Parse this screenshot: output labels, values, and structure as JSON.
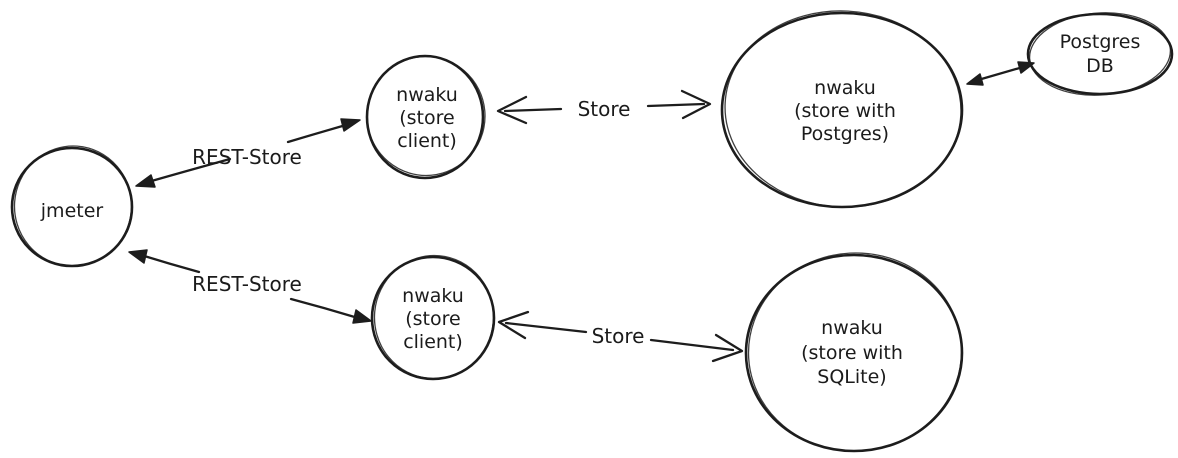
{
  "canvas": {
    "background": "#ffffff",
    "ink_color": "#1d1d1d",
    "style": "hand-drawn-sketch"
  },
  "nodes": {
    "jmeter": {
      "lines": [
        "jmeter"
      ]
    },
    "client_top": {
      "lines": [
        "nwaku",
        "(store",
        "client)"
      ]
    },
    "store_postgres": {
      "lines": [
        "nwaku",
        "(store with",
        "Postgres)"
      ]
    },
    "postgres_db": {
      "lines": [
        "Postgres",
        "DB"
      ]
    },
    "client_bottom": {
      "lines": [
        "nwaku",
        "(store",
        "client)"
      ]
    },
    "store_sqlite": {
      "lines": [
        "nwaku",
        "(store with",
        "SQLite)"
      ]
    }
  },
  "edges": {
    "jmeter_client_top": {
      "label": "REST-Store",
      "arrow_style": "bidirectional-filled"
    },
    "client_top_store_postgres": {
      "label": "Store",
      "arrow_style": "bidirectional-open-chevron"
    },
    "store_postgres_db": {
      "arrow_style": "bidirectional-filled"
    },
    "jmeter_client_bottom": {
      "label": "REST-Store",
      "arrow_style": "bidirectional-filled"
    },
    "client_bottom_store_sqlite": {
      "label": "Store",
      "arrow_style": "bidirectional-open-chevron"
    }
  }
}
